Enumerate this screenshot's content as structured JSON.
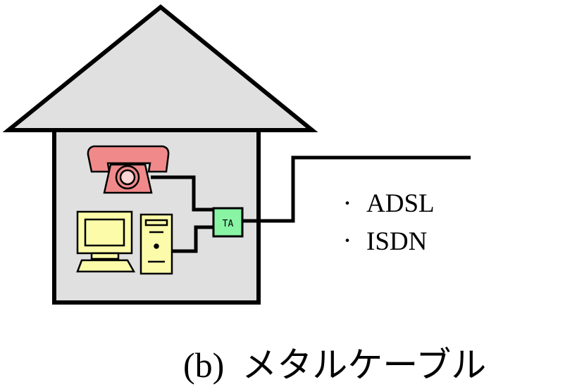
{
  "ta_box": {
    "label": "TA"
  },
  "services": [
    {
      "bullet": "・",
      "label": "ADSL"
    },
    {
      "bullet": "・",
      "label": "ISDN"
    }
  ],
  "caption": "(b)  メタルケーブル",
  "colors": {
    "house_fill": "#e0e0e0",
    "phone": "#f08a8a",
    "computer": "#fbfbaa",
    "ta_box": "#88f4a4",
    "line": "#000000"
  },
  "icons": [
    "house-icon",
    "telephone-icon",
    "monitor-icon",
    "pc-tower-icon",
    "keyboard-icon"
  ]
}
